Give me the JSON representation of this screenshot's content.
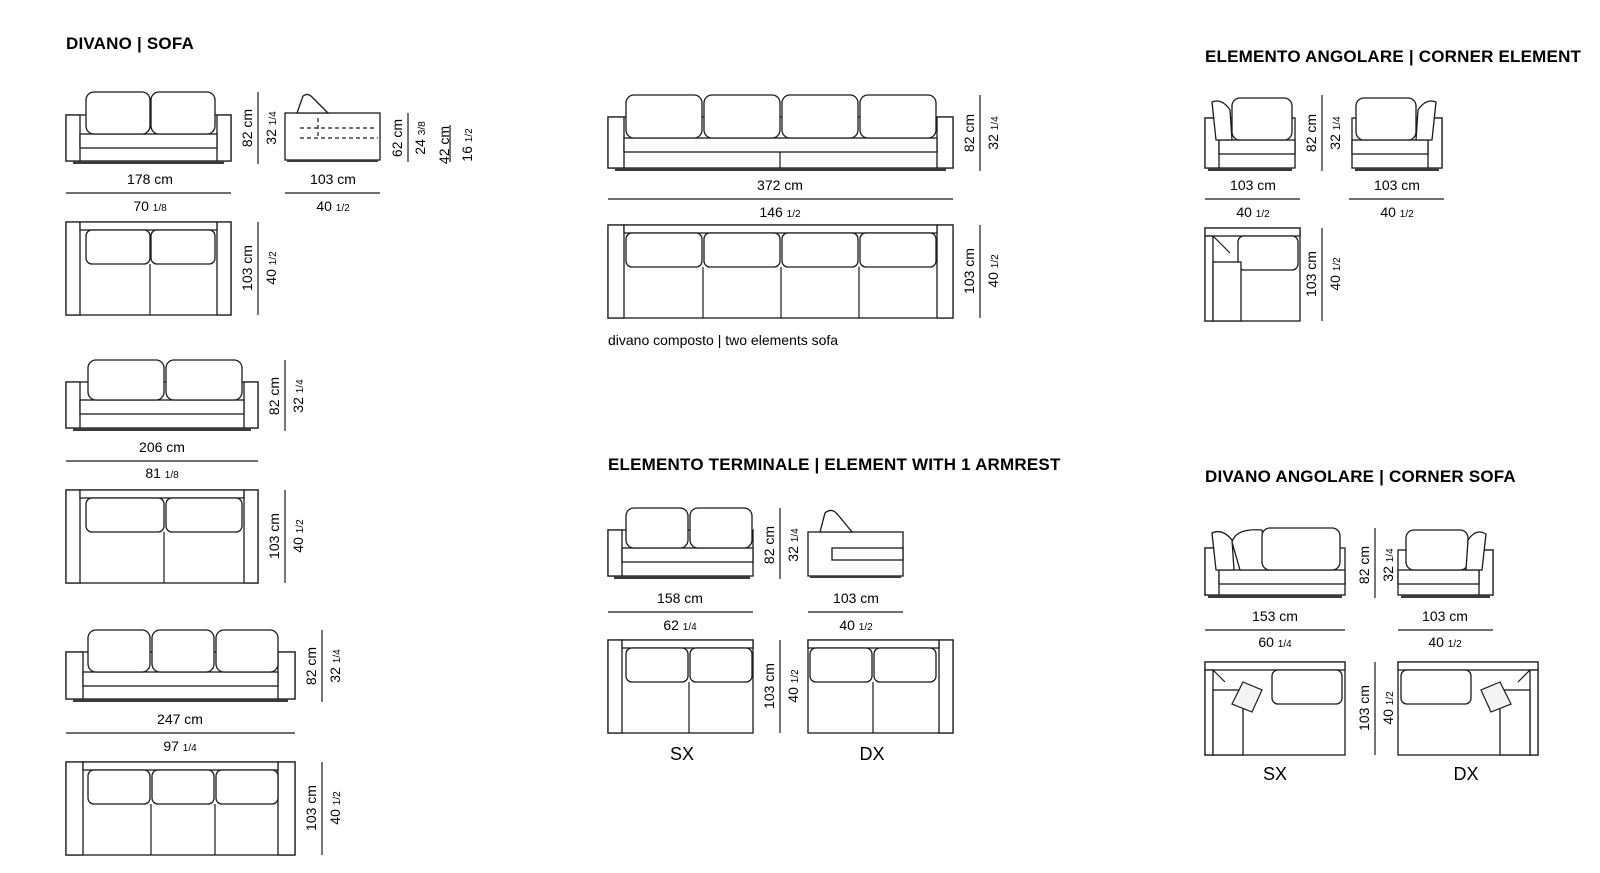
{
  "headings": {
    "sofa": "DIVANO  |  SOFA",
    "corner_element": "ELEMENTO ANGOLARE  |  CORNER ELEMENT",
    "terminal": "ELEMENTO TERMINALE  |  ELEMENT WITH 1 ARMREST",
    "corner_sofa": "DIVANO ANGOLARE  |  CORNER SOFA"
  },
  "caption": "divano composto  |  two elements sofa",
  "sides": {
    "sx": "SX",
    "dx": "DX"
  },
  "dims": {
    "h82": "82 cm",
    "h32": "32",
    "h32f": "1/4",
    "d103": "103 cm",
    "d40": "40",
    "d40f": "1/2",
    "s62": "62 cm",
    "s24": "24",
    "s24f": "3/8",
    "s42": "42 cm",
    "s16": "16",
    "s16f": "1/2",
    "w178": "178 cm",
    "w70": "70",
    "w70f": "1/8",
    "w206": "206 cm",
    "w81": "81",
    "w81f": "1/8",
    "w247": "247 cm",
    "w97": "97",
    "w97f": "1/4",
    "w372": "372 cm",
    "w146": "146",
    "w146f": "1/2",
    "w158": "158 cm",
    "w62": "62",
    "w62f": "1/4",
    "w153": "153 cm",
    "w60": "60",
    "w60f": "1/4"
  }
}
